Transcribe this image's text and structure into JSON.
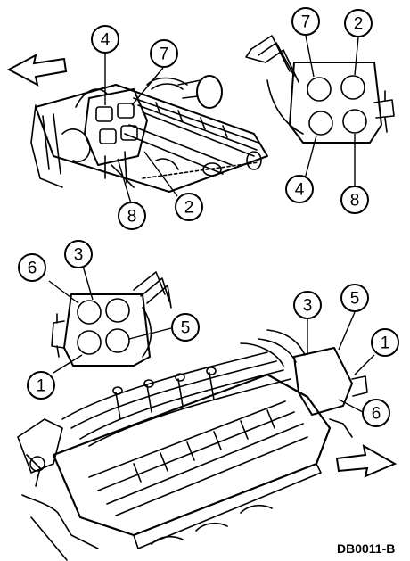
{
  "figure_code": "DB0011-B",
  "callouts": {
    "top_left": [
      "4",
      "7",
      "8",
      "2"
    ],
    "top_right": [
      "7",
      "2",
      "4",
      "8"
    ],
    "bottom_left": [
      "6",
      "3",
      "5",
      "1"
    ],
    "bottom_right": [
      "3",
      "5",
      "1",
      "6"
    ]
  }
}
